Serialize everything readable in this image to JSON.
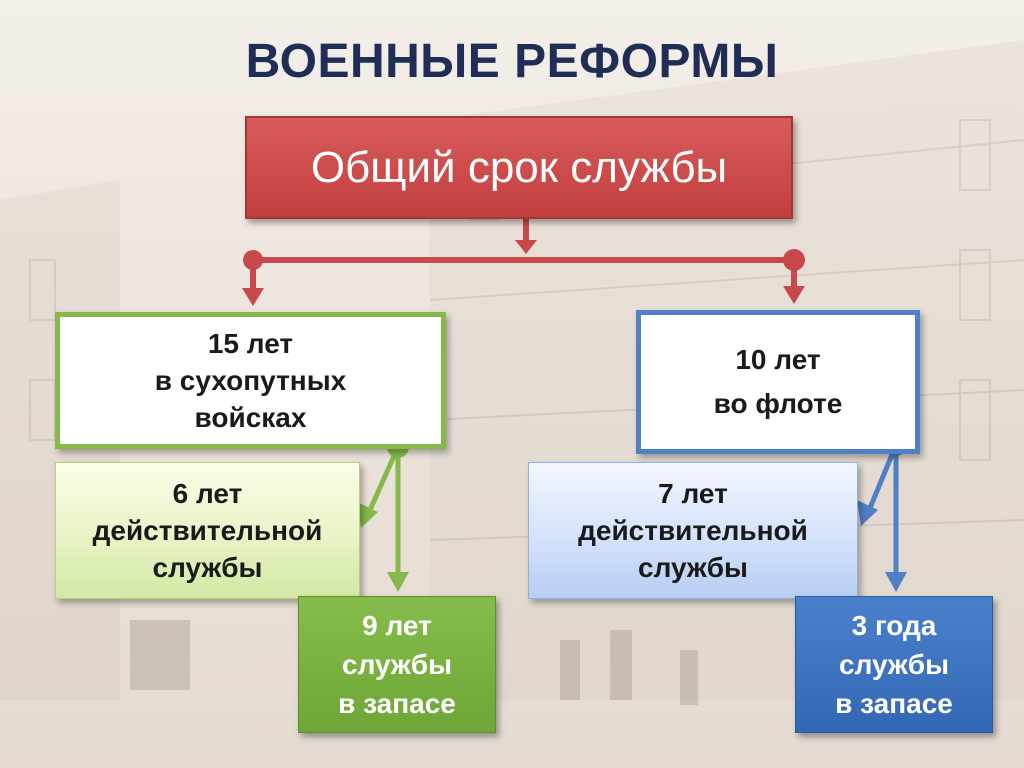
{
  "title": "ВОЕННЫЕ РЕФОРМЫ",
  "total_service": {
    "label": "Общий срок службы"
  },
  "land": {
    "lines": [
      "15 лет",
      "в сухопутных",
      "войсках"
    ],
    "active_lines": [
      "6 лет",
      "действительной",
      "службы"
    ],
    "reserve_lines": [
      "9 лет",
      "службы",
      "в запасе"
    ]
  },
  "fleet": {
    "lines": [
      "10 лет",
      "во флоте"
    ],
    "active_lines": [
      "7 лет",
      "действительной",
      "службы"
    ],
    "reserve_lines": [
      "3 года",
      "службы",
      "в запасе"
    ]
  },
  "colors": {
    "title": "#1f2d57",
    "red": "#c8494b",
    "green": "#86b94a",
    "blue": "#4f7fc4"
  }
}
